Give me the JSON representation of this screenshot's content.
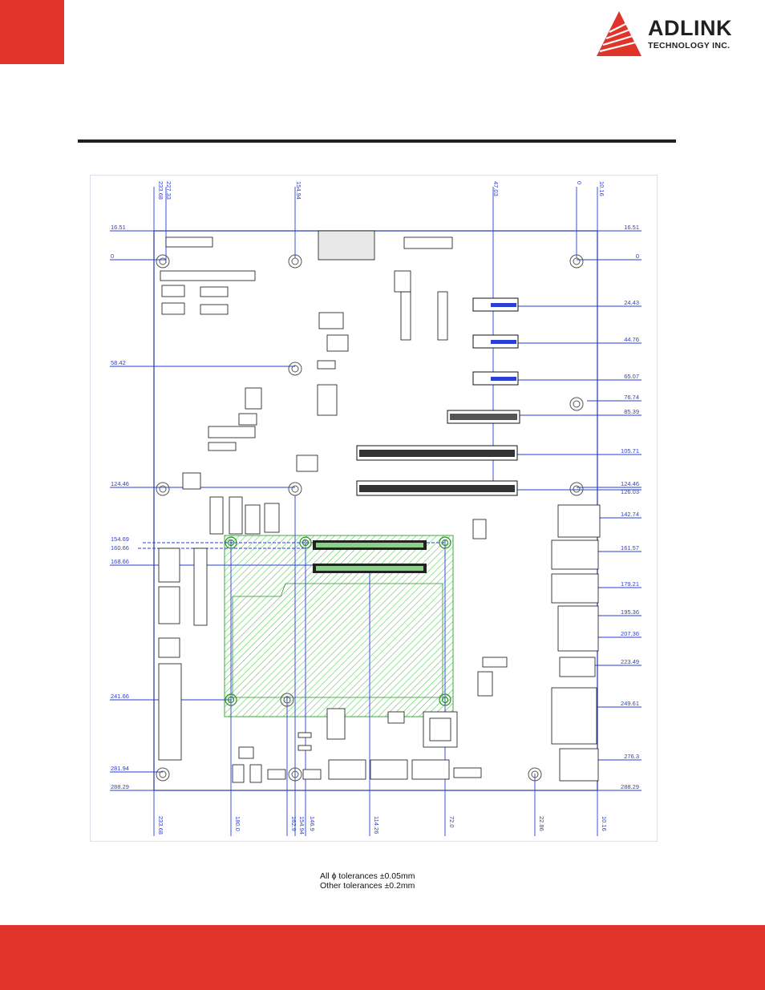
{
  "brand": {
    "name": "ADLINK",
    "tagline": "TECHNOLOGY INC.",
    "accent_color": "#e0342a",
    "text_color": "#231f20"
  },
  "drawing": {
    "line_color": "#2a3fd6",
    "module_color": "#4cc24c",
    "top_dims": [
      "233.68",
      "227.33",
      "154.94",
      "47.03",
      "0",
      "10.16"
    ],
    "bottom_dims": [
      "233.68",
      "180.0",
      "162.9",
      "154.94",
      "146.9",
      "114.26",
      "72.0",
      "22.86",
      "10.16"
    ],
    "left_dims": [
      "16.51",
      "0",
      "58.42",
      "124.46",
      "154.69",
      "160.66",
      "168.66",
      "241.66",
      "281.94",
      "288.29"
    ],
    "right_dims": [
      "16.51",
      "0",
      "24.43",
      "44.76",
      "65.07",
      "76.74",
      "85.39",
      "105.71",
      "124.46",
      "126.03",
      "142.74",
      "161.57",
      "179.21",
      "195.36",
      "207.36",
      "223.49",
      "249.61",
      "276.3",
      "288.29"
    ]
  },
  "notes": {
    "line1": "All ϕ tolerances ±0.05mm",
    "line2": "Other tolerances ±0.2mm"
  }
}
